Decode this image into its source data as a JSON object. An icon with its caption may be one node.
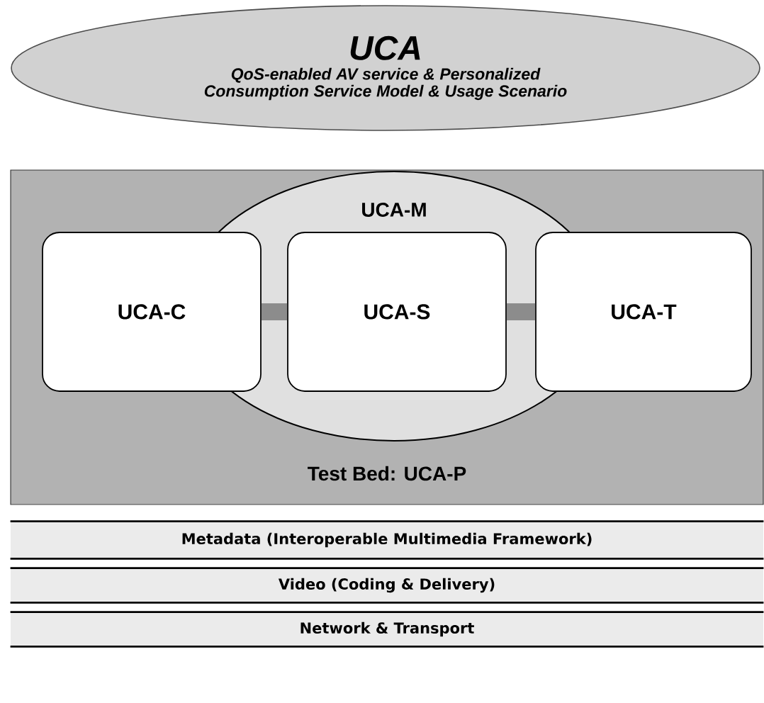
{
  "diagram": {
    "nodes": [
      {
        "text": [
          "UCA",
          "QoS-enabled AV service & Personalized Consumption Service Model & Usage Scenario"
        ]
      },
      {
        "text": [
          "Test Bed: UCA-P"
        ]
      },
      {
        "text": [
          "UCA-M"
        ],
        "in": 1
      },
      {
        "text": [
          "UCA-C"
        ],
        "in": 1
      },
      {
        "text": [
          "UCA-S"
        ],
        "in": 2
      },
      {
        "text": [
          "UCA-T"
        ],
        "in": 1
      },
      {
        "text": [
          "Metadata (Interoperable Multimedia Framework)"
        ]
      },
      {
        "text": [
          "Video (Coding & Delivery)"
        ]
      },
      {
        "text": [
          "Network & Transport"
        ]
      }
    ],
    "edges": [
      {
        "from": 3,
        "to": 4,
        "arrow": "none"
      },
      {
        "from": 4,
        "to": 5,
        "arrow": "none"
      }
    ]
  }
}
